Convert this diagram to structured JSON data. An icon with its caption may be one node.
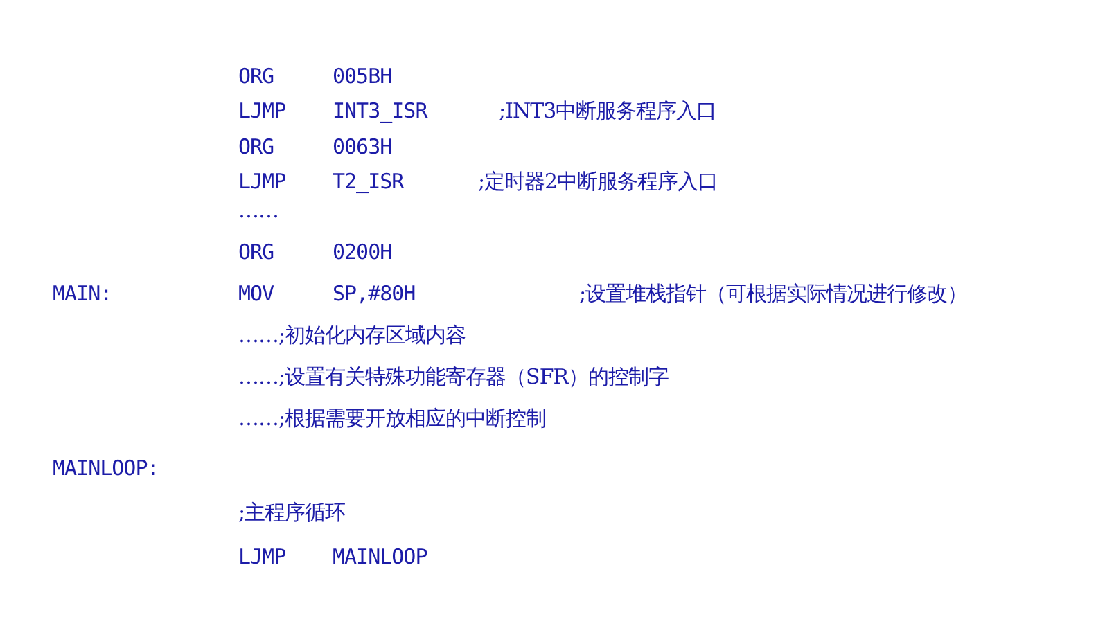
{
  "diagram": {
    "labels": [
      "ORG",
      "005BH",
      "LJMP",
      "INT3_ISR",
      ";INT3中断服务程序入口",
      "ORG",
      "0063H",
      "LJMP",
      "T2_ISR",
      ";定时器2中断服务程序入口",
      "……",
      "ORG",
      "0200H",
      "MAIN:",
      "MOV",
      "SP,#80H",
      ";设置堆栈指针（可根据实际情况进行修改）",
      "……;初始化内存区域内容",
      "……;设置有关特殊功能寄存器（SFR）的控制字",
      "……;根据需要开放相应的中断控制",
      "MAINLOOP:",
      ";主程序循环",
      "LJMP",
      "MAINLOOP"
    ]
  }
}
